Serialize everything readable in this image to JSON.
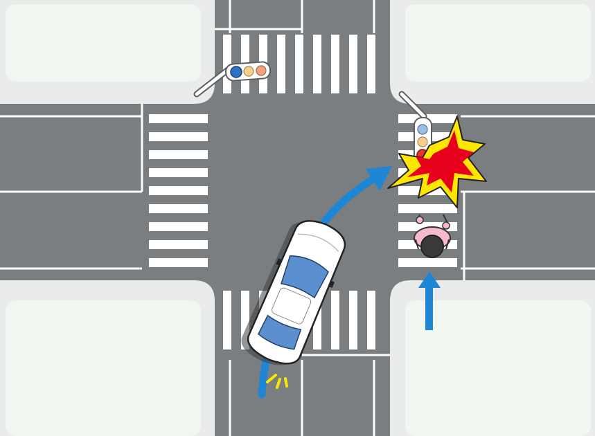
{
  "scene": {
    "description_free": true,
    "signals": {
      "near_left": {
        "lamps": [
          "blue",
          "yellow",
          "red"
        ],
        "lit": "blue",
        "orientation": "horizontal"
      },
      "far_right": {
        "lamps": [
          "blue",
          "yellow",
          "red"
        ],
        "lit": "red",
        "orientation": "vertical"
      }
    },
    "markers": {
      "car_path": "curved-arrow",
      "pedestrian_path": "straight-arrow",
      "impact": "collision-burst"
    },
    "colors": {
      "road": "#7a7e81",
      "sidewalk": "#eaebeb",
      "block": "#f2f6f1",
      "lane_line": "#ffffff",
      "arrow": "#1f86d6",
      "burst_outer": "#ffe600",
      "burst_inner": "#e6001b",
      "car_body": "#ffffff",
      "car_glass": "#5b8fcf",
      "signal_blue": "#2d74c8",
      "signal_yellow": "#f4c25a",
      "signal_red": "#e8352b",
      "pedestrian_shirt": "#f7b8d0",
      "pedestrian_hair": "#3a3a3a"
    }
  }
}
